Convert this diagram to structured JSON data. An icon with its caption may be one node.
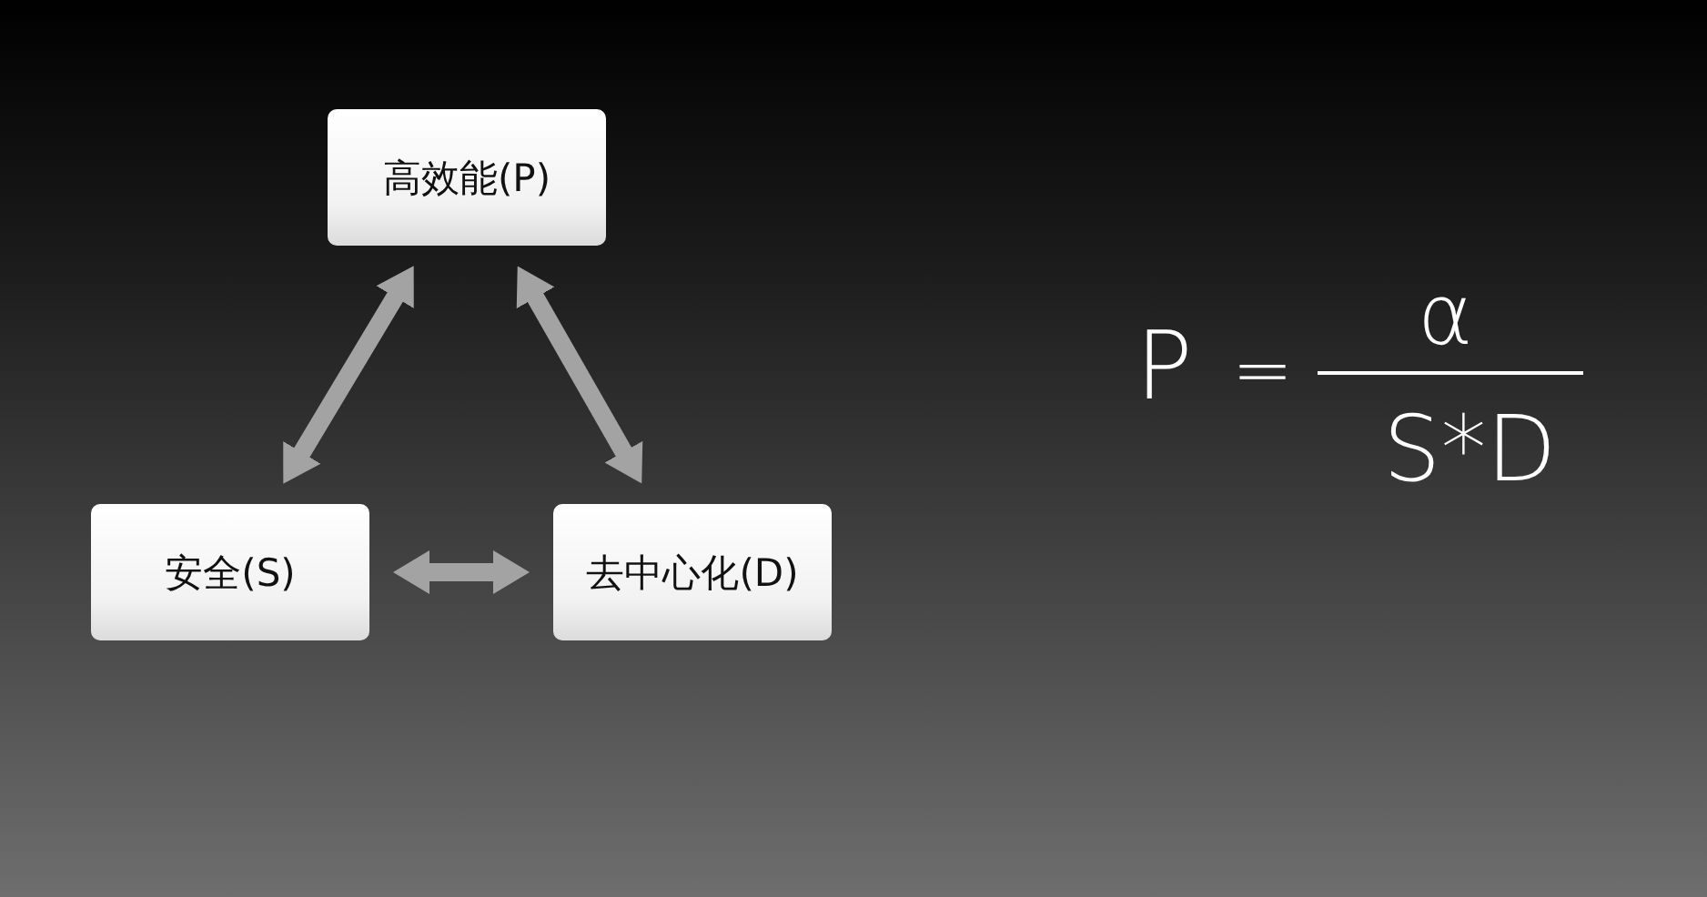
{
  "diagram": {
    "nodes": [
      {
        "text": [
          "高效能(P)"
        ]
      },
      {
        "text": [
          "安全(S)"
        ]
      },
      {
        "text": [
          "去中心化(D)"
        ]
      }
    ],
    "edges": [
      {
        "from": 1,
        "to": 0,
        "arrow": "both"
      },
      {
        "from": 0,
        "to": 2,
        "arrow": "both"
      },
      {
        "from": 1,
        "to": 2,
        "arrow": "both"
      }
    ],
    "labels": [
      "P",
      "=",
      "α",
      "S*D"
    ]
  }
}
